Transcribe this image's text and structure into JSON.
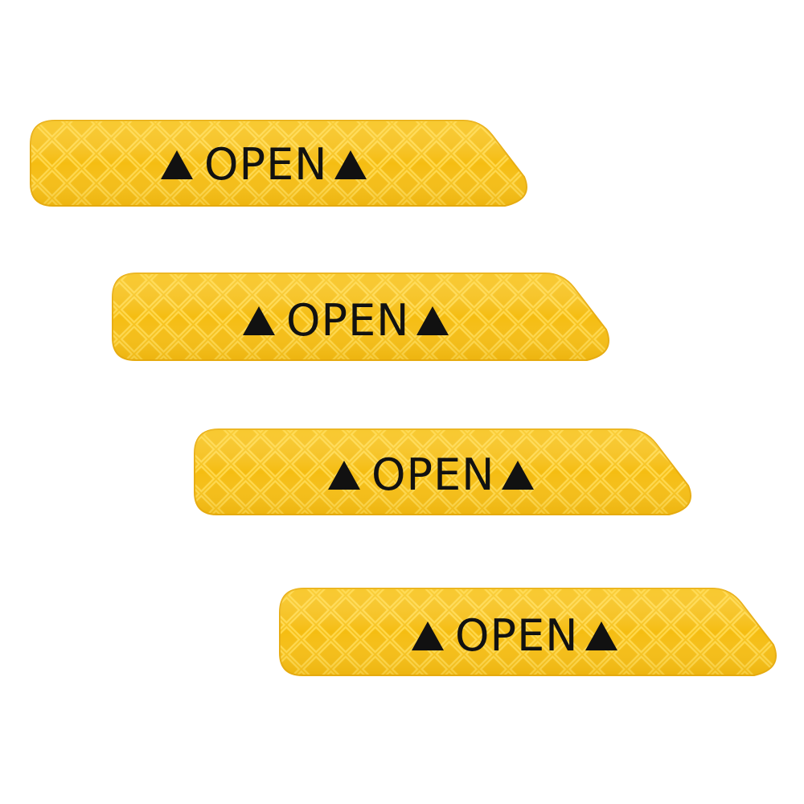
{
  "stickers": [
    {
      "text": "OPEN"
    },
    {
      "text": "OPEN"
    },
    {
      "text": "OPEN"
    },
    {
      "text": "OPEN"
    }
  ],
  "colors": {
    "background": "#ffffff",
    "sticker_fill": "#f7c21a",
    "sticker_edge": "#e8ad10",
    "pattern_line": "#ffd84a",
    "text": "#111111"
  },
  "icons": {
    "marker_left": "triangle-up-icon",
    "marker_right": "triangle-up-icon"
  }
}
